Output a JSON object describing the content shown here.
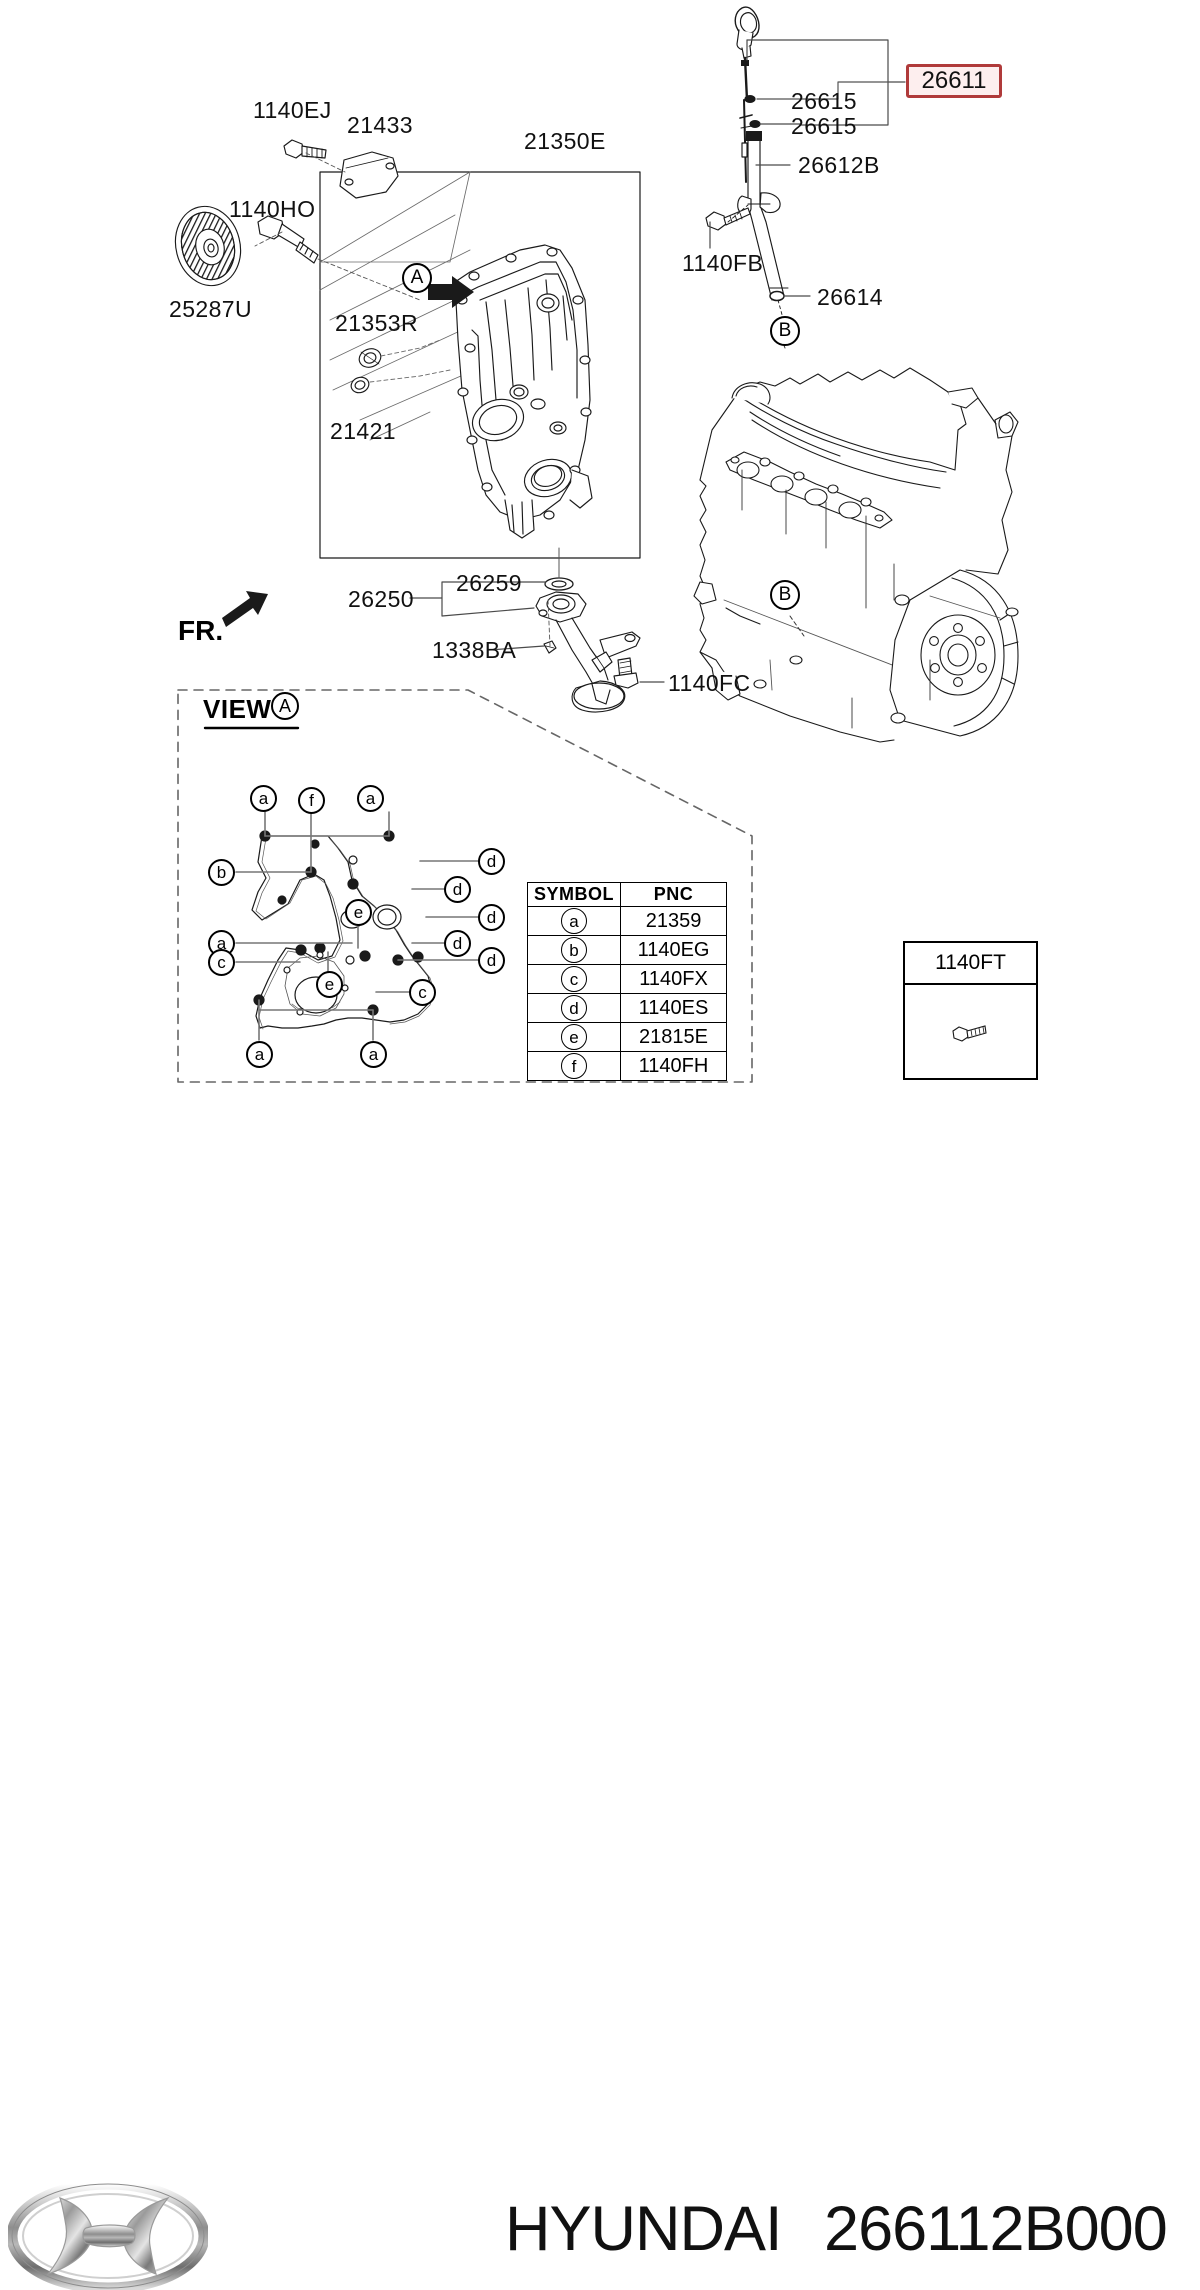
{
  "footer": {
    "brand": "HYUNDAI",
    "part_number": "266112B000",
    "logo_name": "hyundai-logo"
  },
  "highlight": {
    "part": "26611",
    "border_color": "#b03a3a",
    "fill_color": "#fdeeee"
  },
  "orientation": {
    "label": "FR."
  },
  "callouts": {
    "a": "A",
    "b": "B"
  },
  "labels": {
    "p_1140ej": "1140EJ",
    "p_21433": "21433",
    "p_21350e": "21350E",
    "p_1140ho": "1140HO",
    "p_25287u": "25287U",
    "p_21353r": "21353R",
    "p_21421": "21421",
    "p_26615_a": "26615",
    "p_26615_b": "26615",
    "p_26612b": "26612B",
    "p_1140fb": "1140FB",
    "p_26614": "26614",
    "p_26250": "26250",
    "p_26259": "26259",
    "p_1338ba": "1338BA",
    "p_1140fc": "1140FC"
  },
  "view_panel": {
    "title": "VIEW",
    "title_ref": "A",
    "bubbles": [
      "a",
      "f",
      "a",
      "b",
      "d",
      "d",
      "a",
      "e",
      "d",
      "d",
      "c",
      "e",
      "d",
      "c",
      "a",
      "a"
    ]
  },
  "symbol_table": {
    "headers": [
      "SYMBOL",
      "PNC"
    ],
    "rows": [
      {
        "symbol": "a",
        "pnc": "21359"
      },
      {
        "symbol": "b",
        "pnc": "1140EG"
      },
      {
        "symbol": "c",
        "pnc": "1140FX"
      },
      {
        "symbol": "d",
        "pnc": "1140ES"
      },
      {
        "symbol": "e",
        "pnc": "21815E"
      },
      {
        "symbol": "f",
        "pnc": "1140FH"
      }
    ]
  },
  "inset_box": {
    "title": "1140FT",
    "content_icon": "bolt-icon"
  }
}
